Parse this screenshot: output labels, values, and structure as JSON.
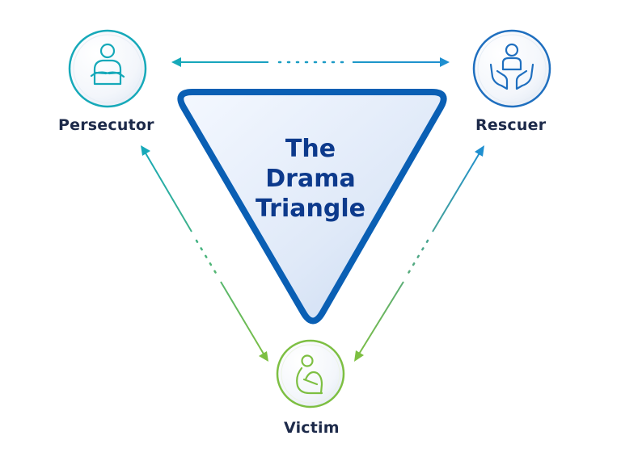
{
  "diagram": {
    "title_lines": [
      "The",
      "Drama",
      "Triangle"
    ],
    "nodes": {
      "persecutor": {
        "label": "Persecutor",
        "icon": "arms-crossed-person-icon"
      },
      "rescuer": {
        "label": "Rescuer",
        "icon": "helping-hands-person-icon"
      },
      "victim": {
        "label": "Victim",
        "icon": "huddled-person-icon"
      }
    },
    "connections": [
      {
        "from": "persecutor",
        "to": "rescuer",
        "style": "bidirectional-arrow"
      },
      {
        "from": "persecutor",
        "to": "victim",
        "style": "bidirectional-arrow"
      },
      {
        "from": "rescuer",
        "to": "victim",
        "style": "bidirectional-arrow"
      }
    ]
  },
  "colors": {
    "teal": "#16a9b9",
    "blue": "#1f6fbf",
    "green": "#7dbf42",
    "navy_text": "#0d3a8c",
    "triangle_stroke": "#0a5fb4",
    "label_text": "#1d2a4a"
  }
}
